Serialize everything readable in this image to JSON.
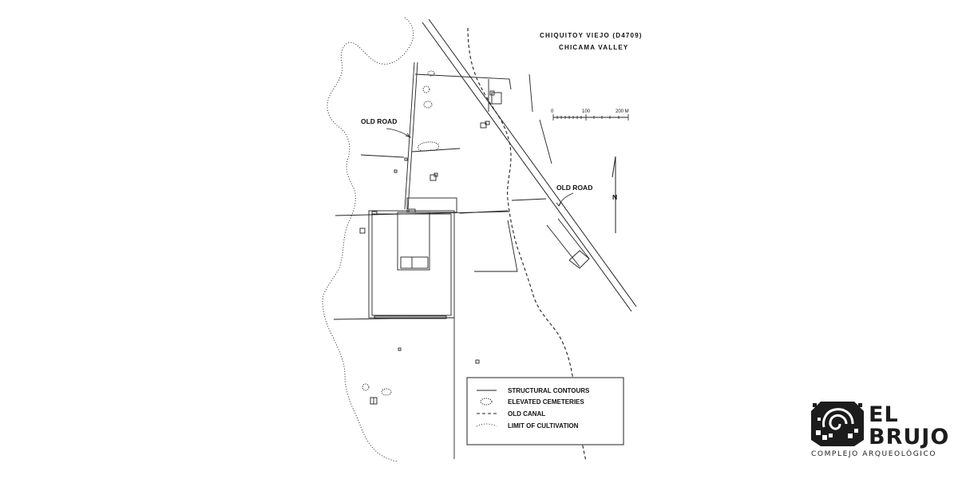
{
  "map": {
    "title_line1": "CHIQUITOY VIEJO (D4709)",
    "title_line2": "CHICAMA VALLEY",
    "road_label_1": "OLD ROAD",
    "road_label_2": "OLD ROAD",
    "north_label": "N",
    "scale": {
      "label_0": "0",
      "label_100": "100",
      "label_200": "200 M"
    }
  },
  "legend": {
    "items": [
      {
        "label": "STRUCTURAL CONTOURS",
        "symbol": "solid-line"
      },
      {
        "label": "ELEVATED CEMETERIES",
        "symbol": "dotted-oval"
      },
      {
        "label": "OLD CANAL",
        "symbol": "dashed-line"
      },
      {
        "label": "LIMIT OF CULTIVATION",
        "symbol": "dotted-line"
      }
    ]
  },
  "brand": {
    "line1": "EL",
    "line2": "BRUJO",
    "subtitle": "COMPLEJO ARQUEOLÓGICO",
    "icon": "serpent-spiral-icon"
  },
  "colors": {
    "ink": "#1c1c1c",
    "background": "#ffffff"
  }
}
